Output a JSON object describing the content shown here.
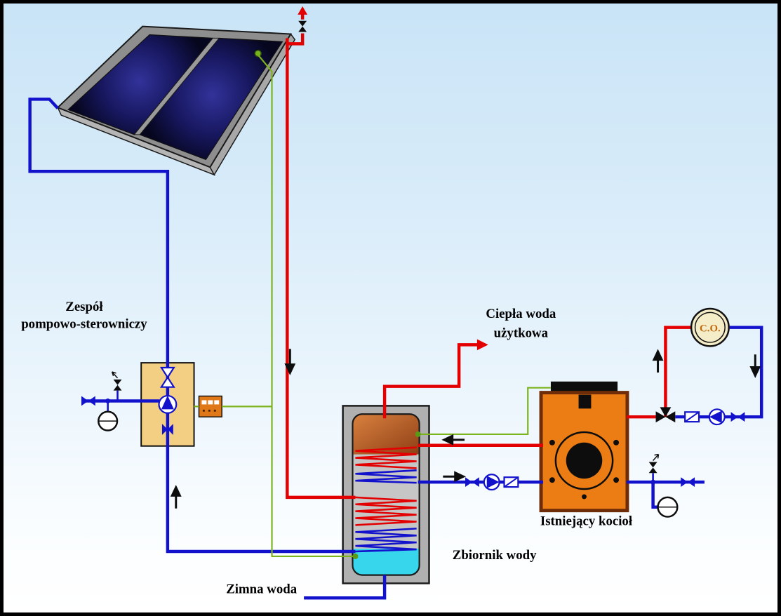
{
  "labels": {
    "pump_station_1": "Zespół",
    "pump_station_2": "pompowo-sterowniczy",
    "hot_water_1": "Ciepła woda",
    "hot_water_2": "użytkowa",
    "tank": "Zbiornik wody",
    "cold_water": "Zimna woda",
    "boiler": "Istniejący kocioł",
    "central_heating": "C.O."
  },
  "colors": {
    "hot_pipe": "#e30000",
    "cold_pipe": "#1212cc",
    "sensor_wire": "#7cb41e",
    "boiler_body": "#ec7d14",
    "boiler_border": "#6e2c08",
    "pump_station_box": "#f2cf82",
    "controller_box": "#e07818",
    "tank_outer": "#b0b0b0",
    "tank_inner": "#c6c6c6",
    "tank_hot_zone": "#c9702f",
    "tank_cold_zone": "#38d6ec",
    "collector_panel": "#18186a",
    "background_top": "#c9e4f7"
  }
}
